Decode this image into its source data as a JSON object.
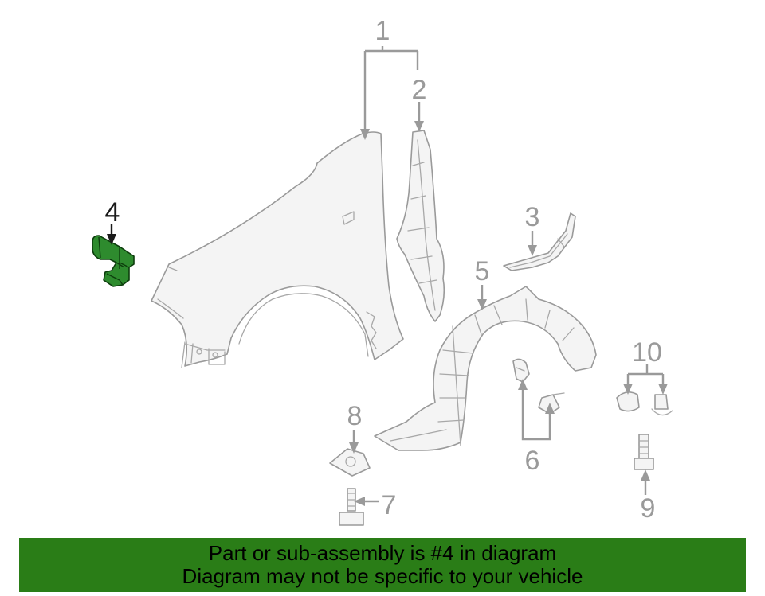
{
  "callouts": {
    "c1": "1",
    "c2": "2",
    "c3": "3",
    "c4": "4",
    "c5": "5",
    "c6": "6",
    "c7": "7",
    "c8": "8",
    "c9": "9",
    "c10": "10"
  },
  "highlighted_part": "4",
  "colors": {
    "highlight": "#2e8b2e",
    "banner": "#2a7d17",
    "line_art": "#9a9a9a"
  },
  "banner": {
    "line1": "Part or sub-assembly is #4 in diagram",
    "line2": "Diagram may not be specific to your vehicle"
  }
}
